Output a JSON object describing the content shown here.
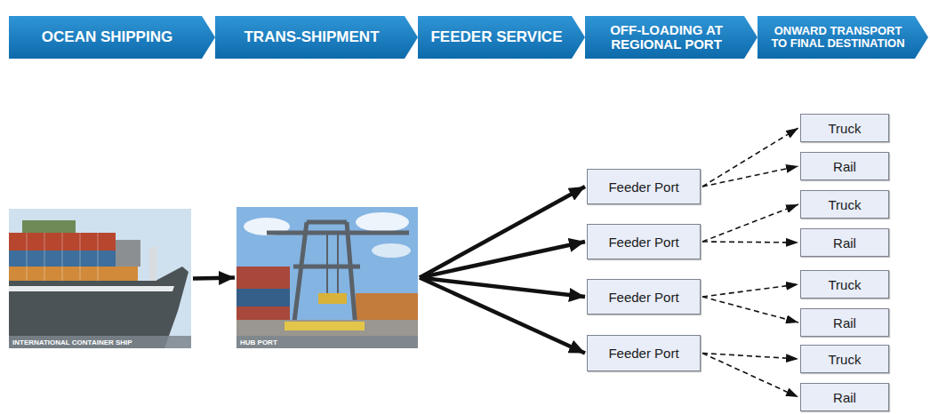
{
  "diagram": {
    "nodes": [
      {
        "text": [
          "OCEAN SHIPPING"
        ]
      },
      {
        "text": [
          "TRANS-SHIPMENT"
        ]
      },
      {
        "text": [
          "FEEDER SERVICE"
        ]
      },
      {
        "text": [
          "OFF-LOADING AT REGIONAL PORT"
        ]
      },
      {
        "text": [
          "ONWARD TRANSPORT TO FINAL DESTINATION"
        ]
      },
      {
        "text": [
          "INTERNATIONAL CONTAINER SHIP"
        ]
      },
      {
        "text": [
          "HUB PORT"
        ]
      },
      {
        "text": [
          "Feeder Port"
        ]
      },
      {
        "text": [
          "Feeder Port"
        ]
      },
      {
        "text": [
          "Feeder Port"
        ]
      },
      {
        "text": [
          "Feeder Port"
        ]
      },
      {
        "text": [
          "Truck"
        ]
      },
      {
        "text": [
          "Rail"
        ]
      },
      {
        "text": [
          "Truck"
        ]
      },
      {
        "text": [
          "Rail"
        ]
      },
      {
        "text": [
          "Truck"
        ]
      },
      {
        "text": [
          "Rail"
        ]
      },
      {
        "text": [
          "Truck"
        ]
      },
      {
        "text": [
          "Rail"
        ]
      }
    ],
    "edges": [
      {
        "from": 5,
        "to": 6,
        "arrow": "to"
      },
      {
        "from": 6,
        "to": 7,
        "arrow": "to"
      },
      {
        "from": 6,
        "to": 8,
        "arrow": "to"
      },
      {
        "from": 6,
        "to": 9,
        "arrow": "to"
      },
      {
        "from": 6,
        "to": 10,
        "arrow": "to"
      },
      {
        "from": 7,
        "to": 11,
        "arrow": "to"
      },
      {
        "from": 7,
        "to": 12,
        "arrow": "to"
      },
      {
        "from": 8,
        "to": 13,
        "arrow": "to"
      },
      {
        "from": 8,
        "to": 14,
        "arrow": "to"
      },
      {
        "from": 9,
        "to": 15,
        "arrow": "to"
      },
      {
        "from": 9,
        "to": 16,
        "arrow": "to"
      },
      {
        "from": 10,
        "to": 17,
        "arrow": "to"
      },
      {
        "from": 10,
        "to": 18,
        "arrow": "to"
      }
    ]
  }
}
